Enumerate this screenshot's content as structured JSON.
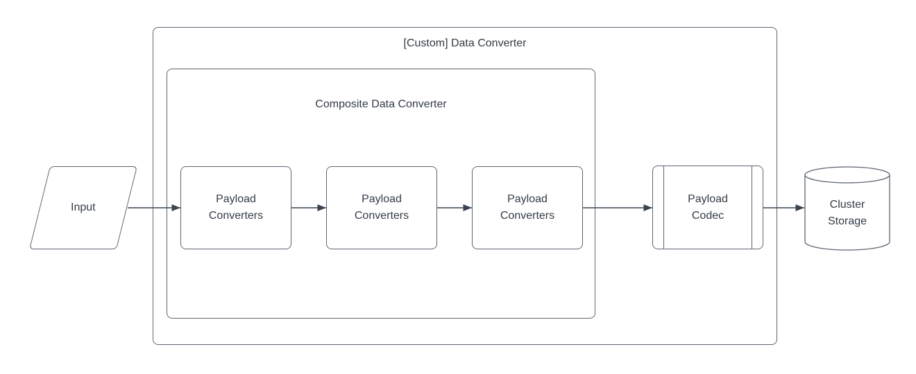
{
  "diagram": {
    "containers": {
      "outer": {
        "label": "[Custom] Data Converter"
      },
      "inner": {
        "label": "Composite Data Converter"
      }
    },
    "nodes": {
      "input": {
        "label": "Input",
        "shape": "parallelogram"
      },
      "converter1": {
        "label": "Payload Converters",
        "shape": "rounded-process"
      },
      "converter2": {
        "label": "Payload Converters",
        "shape": "rounded-process"
      },
      "converter3": {
        "label": "Payload Converters",
        "shape": "rounded-process"
      },
      "codec": {
        "label": "Payload Codec",
        "shape": "predefined-process"
      },
      "storage": {
        "label": "Cluster Storage",
        "shape": "cylinder"
      }
    },
    "edges": [
      {
        "from": "input",
        "to": "converter1"
      },
      {
        "from": "converter1",
        "to": "converter2"
      },
      {
        "from": "converter2",
        "to": "converter3"
      },
      {
        "from": "converter3",
        "to": "codec"
      },
      {
        "from": "codec",
        "to": "storage"
      }
    ],
    "colors": {
      "background": "#ffffff",
      "shape_fill": "#ffffff",
      "border": "#5b6470",
      "text": "#333b47",
      "arrow": "#3a4350"
    }
  }
}
